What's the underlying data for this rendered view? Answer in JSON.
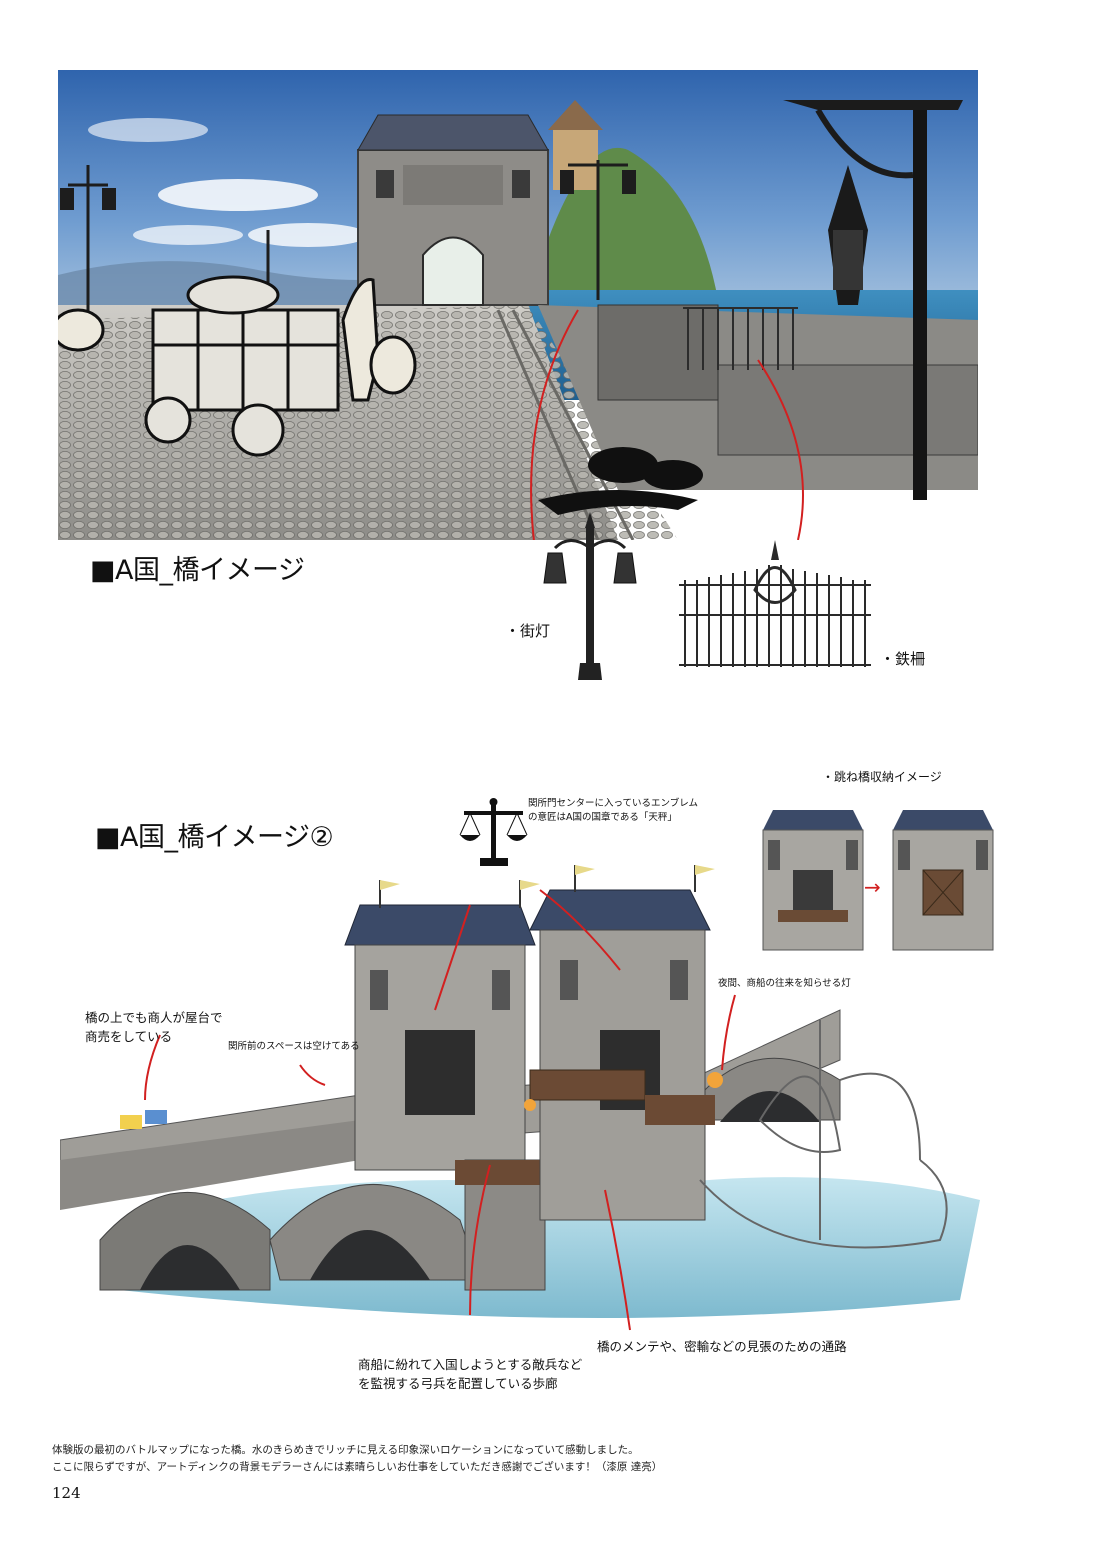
{
  "section1": {
    "heading": "■A国_橋イメージ"
  },
  "section2": {
    "heading": "■A国_橋イメージ②"
  },
  "callouts": {
    "street_lamp": "・街灯",
    "iron_fence": "・鉄柵",
    "drawbridge_storage": "・跳ね橋収納イメージ",
    "emblem": [
      "関所門センターに入っているエンブレム",
      "の意匠はA国の国章である「天秤」"
    ],
    "night_lamp": "夜間、商船の往来を知らせる灯",
    "merchants": [
      "橋の上でも商人が屋台で",
      "商売をしている"
    ],
    "gate_space": "関所前のスペースは空けてある",
    "archer_walkway": [
      "商船に紛れて入国しようとする敵兵など",
      "を監視する弓兵を配置している歩廊"
    ],
    "maintenance_walkway": "橋のメンテや、密輸などの見張のための通路"
  },
  "footer": {
    "lines": [
      "体験版の最初のバトルマップになった橋。水のきらめきでリッチに見える印象深いロケーションになっていて感動しました。",
      "ここに限らずですが、アートディンクの背景モデラーさんには素晴らしいお仕事をしていただき感謝でございます！（漆原 達亮）"
    ],
    "page_number": "124"
  },
  "colors": {
    "sky": "#3f74b8",
    "stone": "#a9a7a2",
    "roof": "#3b4a68",
    "arrow": "#d22020",
    "water": "#8ec9dc"
  }
}
